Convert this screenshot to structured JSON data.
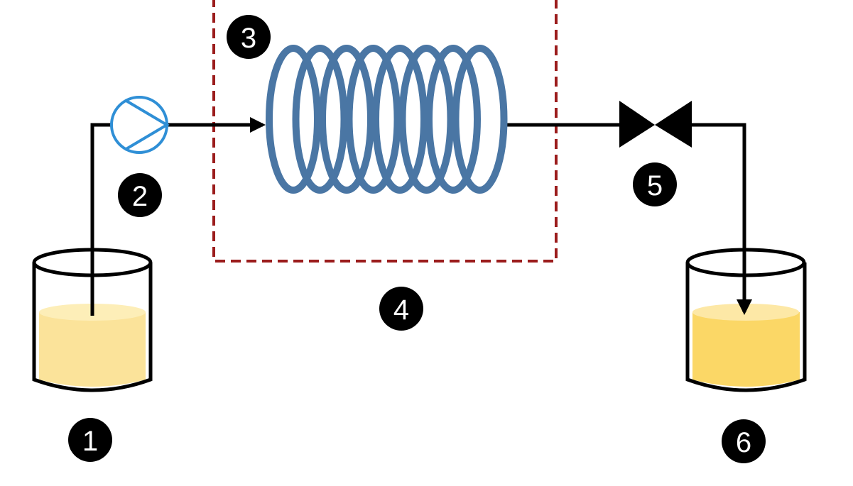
{
  "labels": [
    "1",
    "2",
    "3",
    "4",
    "5",
    "6"
  ],
  "colors": {
    "coil": "#4a76a4",
    "pump": "#2f8fd6",
    "box": "#9b1c1c",
    "liquid_left": "#fbe39a",
    "liquid_right": "#fbd766",
    "line": "#000000"
  },
  "icons": [
    "beaker-icon",
    "pump-icon",
    "coil-reactor-icon",
    "valve-icon",
    "beaker-icon"
  ]
}
